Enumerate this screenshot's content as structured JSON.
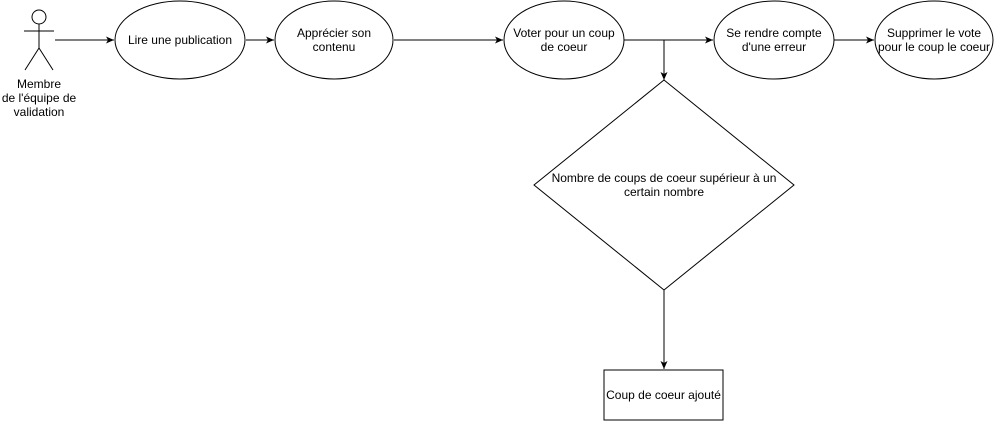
{
  "actor": {
    "name": "Membre de l'équipe de validation",
    "name_lines": [
      "Membre",
      "de l'équipe de",
      "validation"
    ]
  },
  "use_cases": [
    {
      "id": "lire",
      "label": "Lire une publication"
    },
    {
      "id": "apprecier",
      "label": "Apprécier son contenu"
    },
    {
      "id": "voter",
      "label": "Voter pour un coup de coeur"
    },
    {
      "id": "erreur",
      "label": "Se rendre compte d'une erreur"
    },
    {
      "id": "supprimer",
      "label": "Supprimer le vote pour le coup le coeur"
    }
  ],
  "decision": {
    "label": "Nombre de coups de coeur supérieur à un certain nombre"
  },
  "result": {
    "label": "Coup de coeur ajouté"
  },
  "colors": {
    "stroke": "#000000",
    "fill": "#ffffff",
    "text": "#000000"
  }
}
